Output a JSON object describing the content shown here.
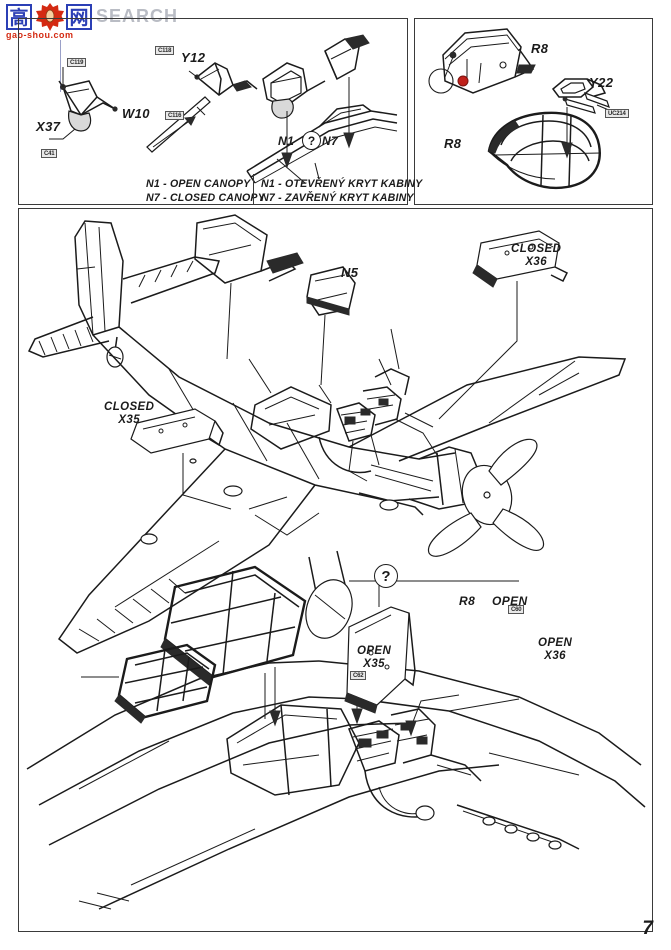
{
  "document": {
    "type": "model-kit-assembly-instructions",
    "page_number": "7"
  },
  "watermark": {
    "char1": "高",
    "char3": "网",
    "search_text": "SEARCH",
    "url": "gao-shou.com",
    "badge_color": "#d42a12",
    "cjk_color": "#2b3fb5",
    "search_color": "#b9bcc4"
  },
  "top_left_panel": {
    "parts": [
      {
        "label": "X37",
        "tags": [
          "C119",
          "C41"
        ]
      },
      {
        "label": "W10",
        "tags": [
          "C116"
        ]
      },
      {
        "label": "Y12",
        "tags": [
          "C118"
        ]
      }
    ],
    "canopy_choice": {
      "option_a": "N1",
      "option_b": "N7",
      "marker": "?"
    }
  },
  "caption": {
    "english": [
      "N1 - OPEN CANOPY",
      "N7 - CLOSED CANOPY"
    ],
    "czech": [
      "N1 - OTEVŘENÝ KRYT KABINY",
      "N7 - ZAVŘENÝ KRYT KABINY"
    ]
  },
  "top_right_panel": {
    "parts": [
      {
        "label": "R8",
        "note": "upper"
      },
      {
        "label": "R8",
        "note": "lower"
      },
      {
        "label": "Y22",
        "tags": [
          "UC214"
        ]
      }
    ],
    "paint_marker_color": "#c0201a"
  },
  "main_panel": {
    "upper_view": {
      "callouts": [
        {
          "label": "N5"
        },
        {
          "state": "CLOSED",
          "part": "X36"
        },
        {
          "state": "CLOSED",
          "part": "X35"
        }
      ],
      "marker": "?"
    },
    "lower_view": {
      "callouts": [
        {
          "part": "R8",
          "state": "OPEN",
          "tags": [
            "C60"
          ]
        },
        {
          "state": "OPEN",
          "part": "X36"
        },
        {
          "state": "OPEN",
          "part": "X35",
          "tags": [
            "C62"
          ]
        }
      ]
    }
  }
}
